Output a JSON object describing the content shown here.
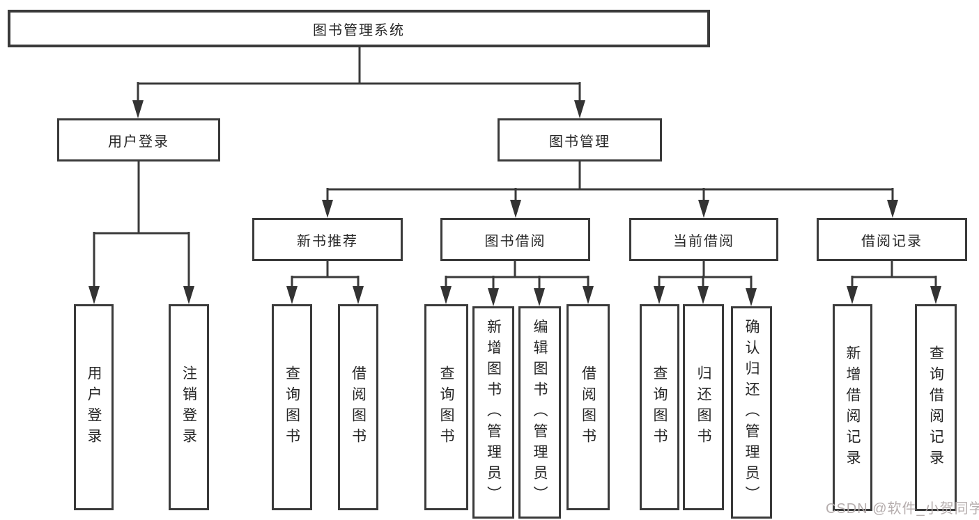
{
  "diagram": {
    "colors": {
      "line": "#3a3a3a",
      "text": "#262626",
      "background": "#ffffff",
      "watermark": "#b2aaaa"
    },
    "watermark": "CSDN @软件_小贺同学",
    "root": {
      "label": "图书管理系统"
    },
    "branches": [
      {
        "label": "用户登录",
        "children": [
          {
            "label": "用户登录"
          },
          {
            "label": "注销登录"
          }
        ]
      },
      {
        "label": "图书管理",
        "children": [
          {
            "label": "新书推荐",
            "children": [
              {
                "label": "查询图书"
              },
              {
                "label": "借阅图书"
              }
            ]
          },
          {
            "label": "图书借阅",
            "children": [
              {
                "label": "查询图书"
              },
              {
                "label": "新增图书（管理员）"
              },
              {
                "label": "编辑图书（管理员）"
              },
              {
                "label": "借阅图书"
              }
            ]
          },
          {
            "label": "当前借阅",
            "children": [
              {
                "label": "查询图书"
              },
              {
                "label": "归还图书"
              },
              {
                "label": "确认归还（管理员）"
              }
            ]
          },
          {
            "label": "借阅记录",
            "children": [
              {
                "label": "新增借阅记录"
              },
              {
                "label": "查询借阅记录"
              }
            ]
          }
        ]
      }
    ]
  }
}
